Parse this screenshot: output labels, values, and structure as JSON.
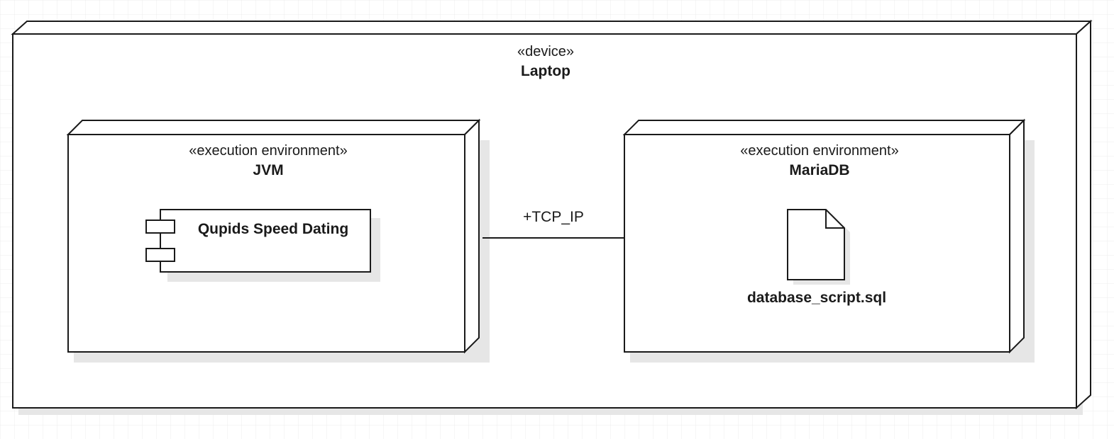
{
  "device": {
    "stereotype": "«device»",
    "name": "Laptop"
  },
  "jvm": {
    "stereotype": "«execution environment»",
    "name": "JVM",
    "component": "Qupids Speed Dating"
  },
  "mariadb": {
    "stereotype": "«execution environment»",
    "name": "MariaDB",
    "artifact": "database_script.sql"
  },
  "connection": {
    "label": "+TCP_IP"
  }
}
